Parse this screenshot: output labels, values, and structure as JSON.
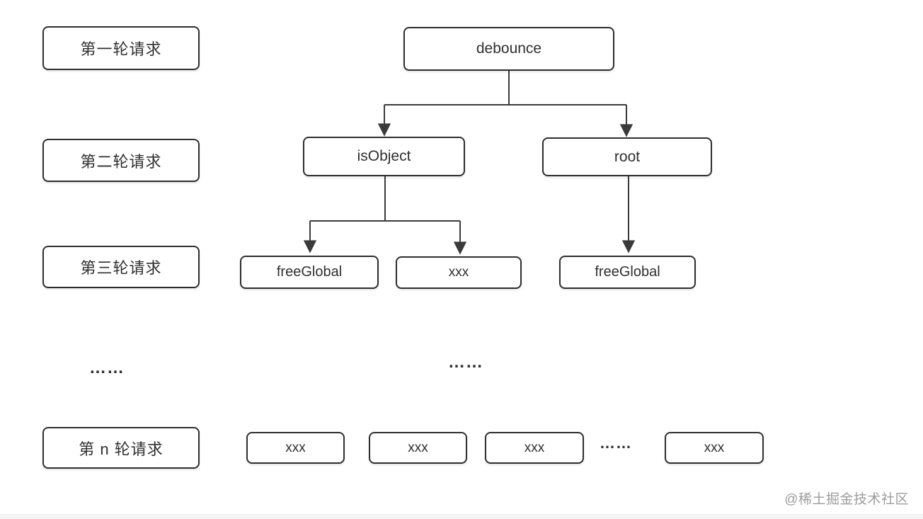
{
  "canvas": {
    "background": "#ffffff",
    "line_color": "#3a3a3a",
    "box_border_color": "#2e2e2e"
  },
  "row_labels": {
    "row1": "第一轮请求",
    "row2": "第二轮请求",
    "row3": "第三轮请求",
    "rown": "第 n 轮请求"
  },
  "tree": {
    "nodes": {
      "debounce": "debounce",
      "isObject": "isObject",
      "root": "root",
      "freeGlobal_left": "freeGlobal",
      "xxx_mid": "xxx",
      "freeGlobal_right": "freeGlobal"
    },
    "edges": [
      "debounce -> isObject",
      "debounce -> root",
      "isObject -> freeGlobal_left",
      "isObject -> xxx_mid",
      "root -> freeGlobal_right"
    ]
  },
  "bottom_row": {
    "boxes": [
      "xxx",
      "xxx",
      "xxx",
      "xxx"
    ],
    "ellipsis": "……"
  },
  "ellipses": {
    "left": "……",
    "mid": "……"
  },
  "watermark": "@稀土掘金技术社区"
}
